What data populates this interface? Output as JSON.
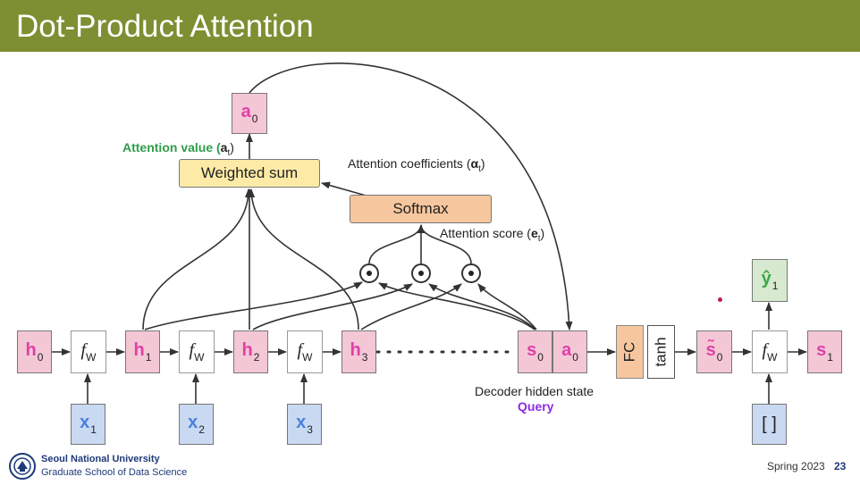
{
  "title": "Dot-Product Attention",
  "encoder": {
    "h0": "h",
    "h0_sub": "0",
    "h1": "h",
    "h1_sub": "1",
    "h2": "h",
    "h2_sub": "2",
    "h3": "h",
    "h3_sub": "3",
    "x1": "x",
    "x1_sub": "1",
    "x2": "x",
    "x2_sub": "2",
    "x3": "x",
    "x3_sub": "3",
    "f_label": "f",
    "f_sub": "W"
  },
  "decoder": {
    "s0": "s",
    "s0_sub": "0",
    "a0": "a",
    "a0_sub": "0",
    "fc": "FC",
    "tanh": "tanh",
    "stilde": "s̃",
    "stilde_sub": "0",
    "s1": "s",
    "s1_sub": "1",
    "yhat": "ŷ",
    "yhat_sub": "1",
    "input_label": "[ ]",
    "hidden_state_label": "Decoder hidden state",
    "query_label": "Query"
  },
  "attention": {
    "output": "a",
    "output_sub": "0",
    "weighted_sum": "Weighted sum",
    "softmax": "Softmax",
    "value_label": "Attention value (",
    "value_sym": "a",
    "value_sub": "t",
    "coef_label": "Attention coefficients (",
    "coef_sym": "α",
    "coef_sub": "t",
    "score_label": "Attention score (",
    "score_sym": "e",
    "score_sub": "t",
    "close_paren": ")"
  },
  "footer": {
    "university": "Seoul National University",
    "school": "Graduate School of Data Science",
    "term": "Spring 2023",
    "page": "23"
  },
  "colors": {
    "title_bar": "#7d8f32",
    "hidden_box": "#f4c7d5",
    "input_box": "#c9d9f2",
    "output_box": "#d7e9cf",
    "weighted_sum_box": "#fdeaa6",
    "softmax_box": "#f6c79e"
  }
}
